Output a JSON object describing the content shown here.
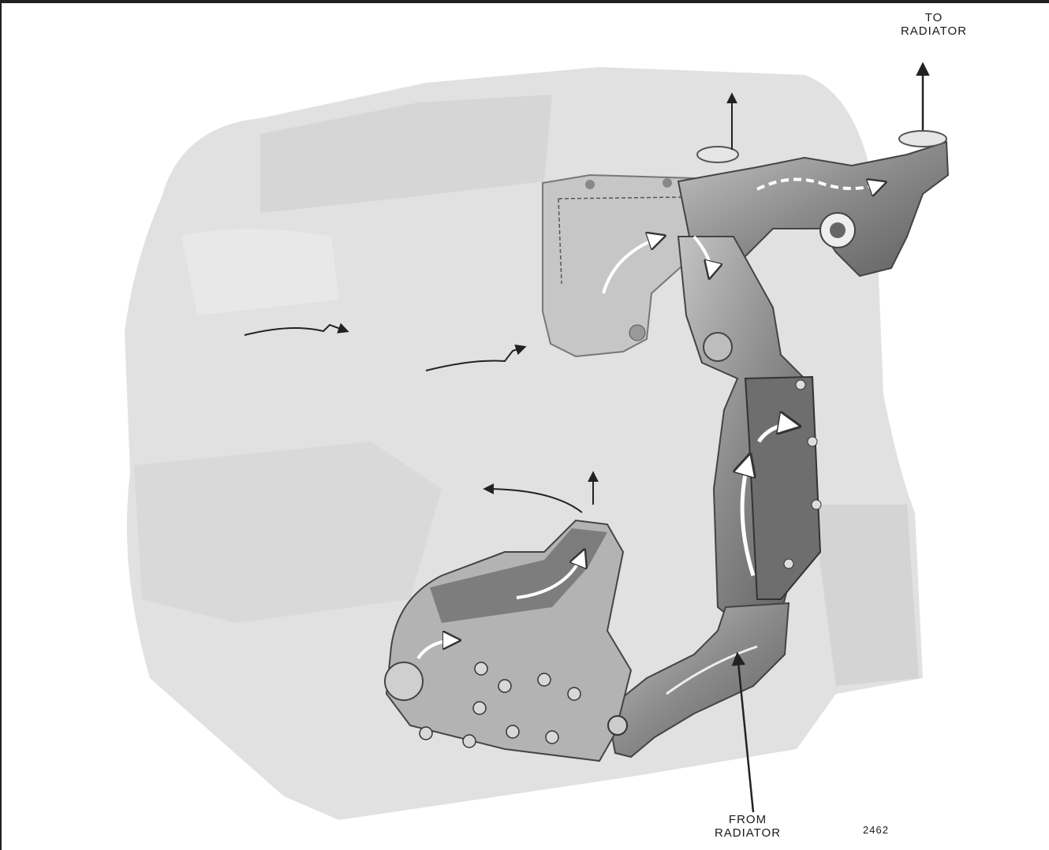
{
  "labels": {
    "to_radiator_line1": "TO",
    "to_radiator_line2": "RADIATOR",
    "from_radiator_line1": "FROM",
    "from_radiator_line2": "RADIATOR"
  },
  "figure_number": "2462",
  "colors": {
    "engine_block": "#dedede",
    "water_passages": "#8e8e8e",
    "arrow": "#222222",
    "background": "#ffffff"
  }
}
